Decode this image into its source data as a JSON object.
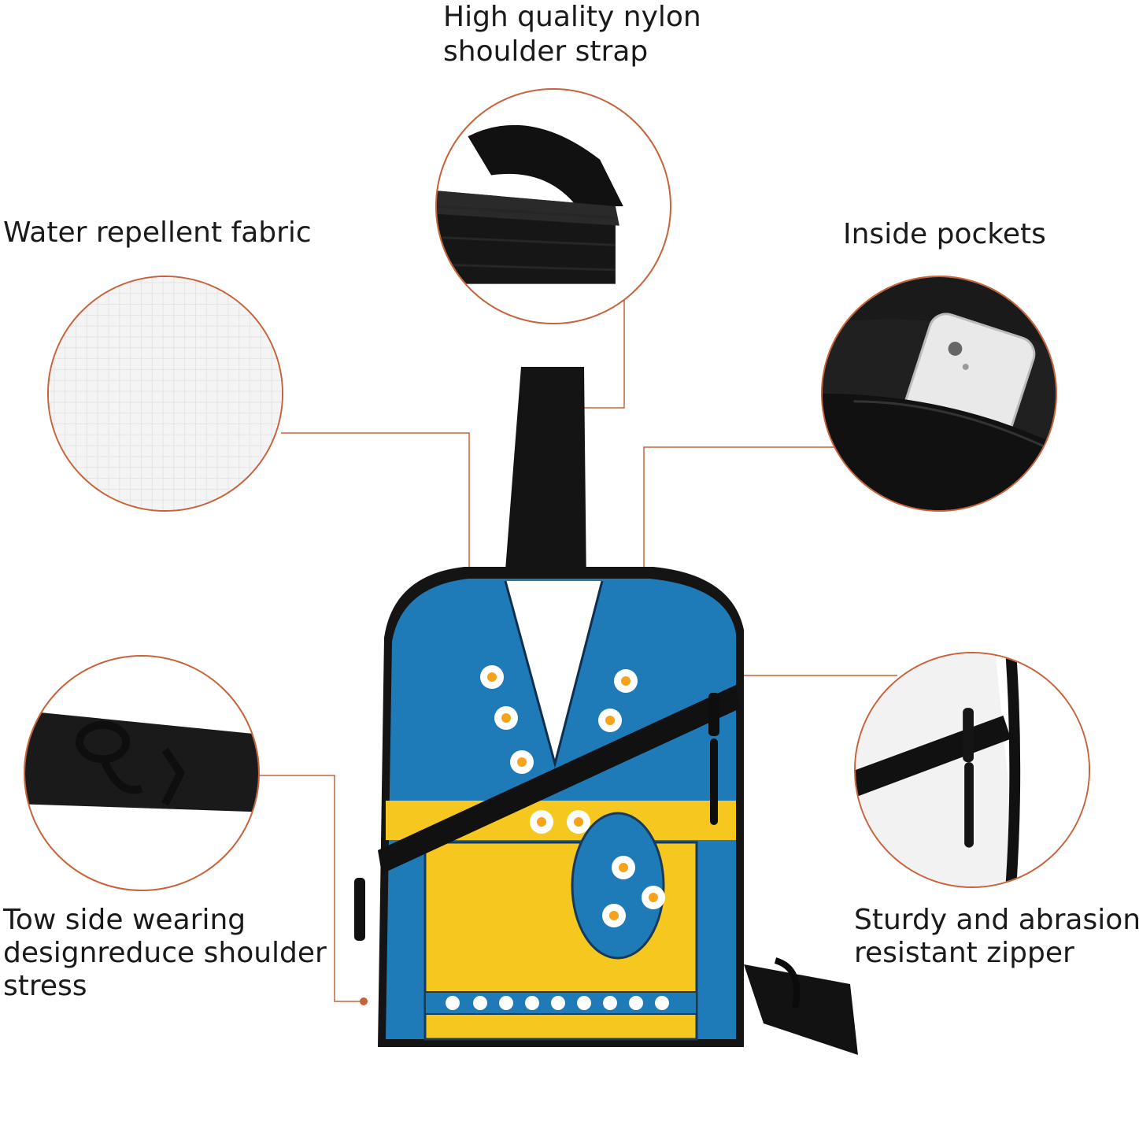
{
  "labels": {
    "strap": [
      "High quality nylon",
      "shoulder strap"
    ],
    "fabric": "Water repellent fabric",
    "pockets": "Inside pockets",
    "tow": [
      "Tow side wearing",
      "designreduce shoulder",
      "stress"
    ],
    "zipper": [
      "Sturdy and abrasion",
      "resistant zipper"
    ]
  },
  "colors": {
    "accent": "#c8623a",
    "bag_blue": "#1f7bb8",
    "bag_yellow": "#f6c81f",
    "strap_black": "#141414"
  },
  "icons": [
    "daisy-icon",
    "zipper-pull-icon",
    "buckle-icon",
    "phone-icon"
  ]
}
